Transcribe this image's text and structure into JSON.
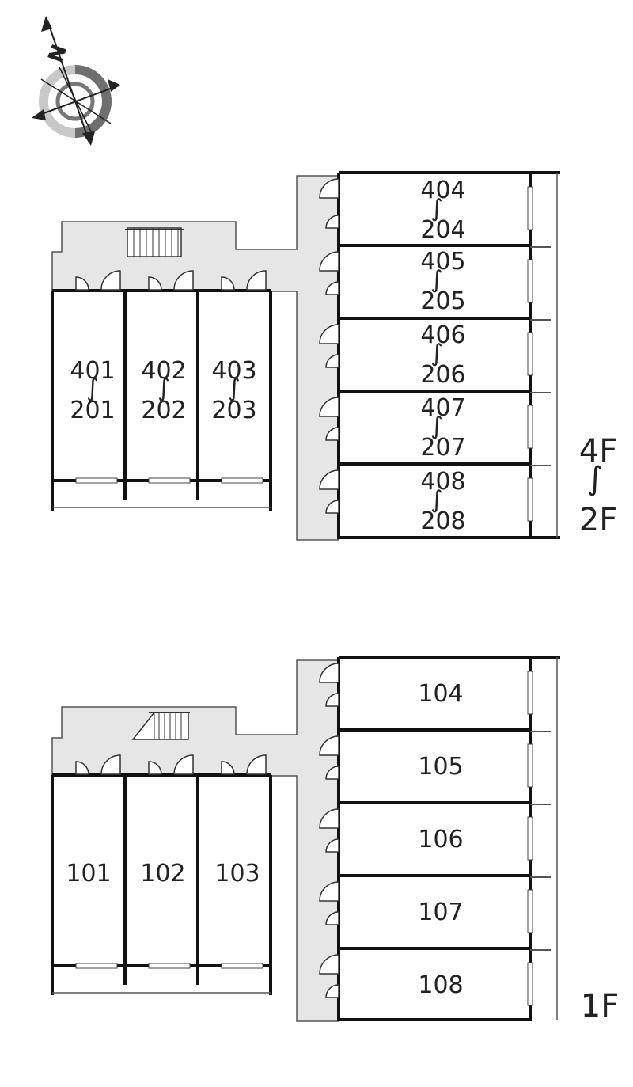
{
  "compass": {
    "north_label": "N"
  },
  "upper_block": {
    "floor_label_top": "4F",
    "floor_label_bottom": "2F",
    "west_units": [
      {
        "top": "401",
        "bottom": "201"
      },
      {
        "top": "402",
        "bottom": "202"
      },
      {
        "top": "403",
        "bottom": "203"
      }
    ],
    "east_units": [
      {
        "top": "404",
        "bottom": "204"
      },
      {
        "top": "405",
        "bottom": "205"
      },
      {
        "top": "406",
        "bottom": "206"
      },
      {
        "top": "407",
        "bottom": "207"
      },
      {
        "top": "408",
        "bottom": "208"
      }
    ]
  },
  "lower_block": {
    "floor_label": "1F",
    "west_units": [
      "101",
      "102",
      "103"
    ],
    "east_units": [
      "104",
      "105",
      "106",
      "107",
      "108"
    ]
  },
  "colors": {
    "corridor": "#e6e6e6",
    "wall": "#111111",
    "compass_dark": "#6f6f6f",
    "compass_light": "#c8c8c8"
  }
}
